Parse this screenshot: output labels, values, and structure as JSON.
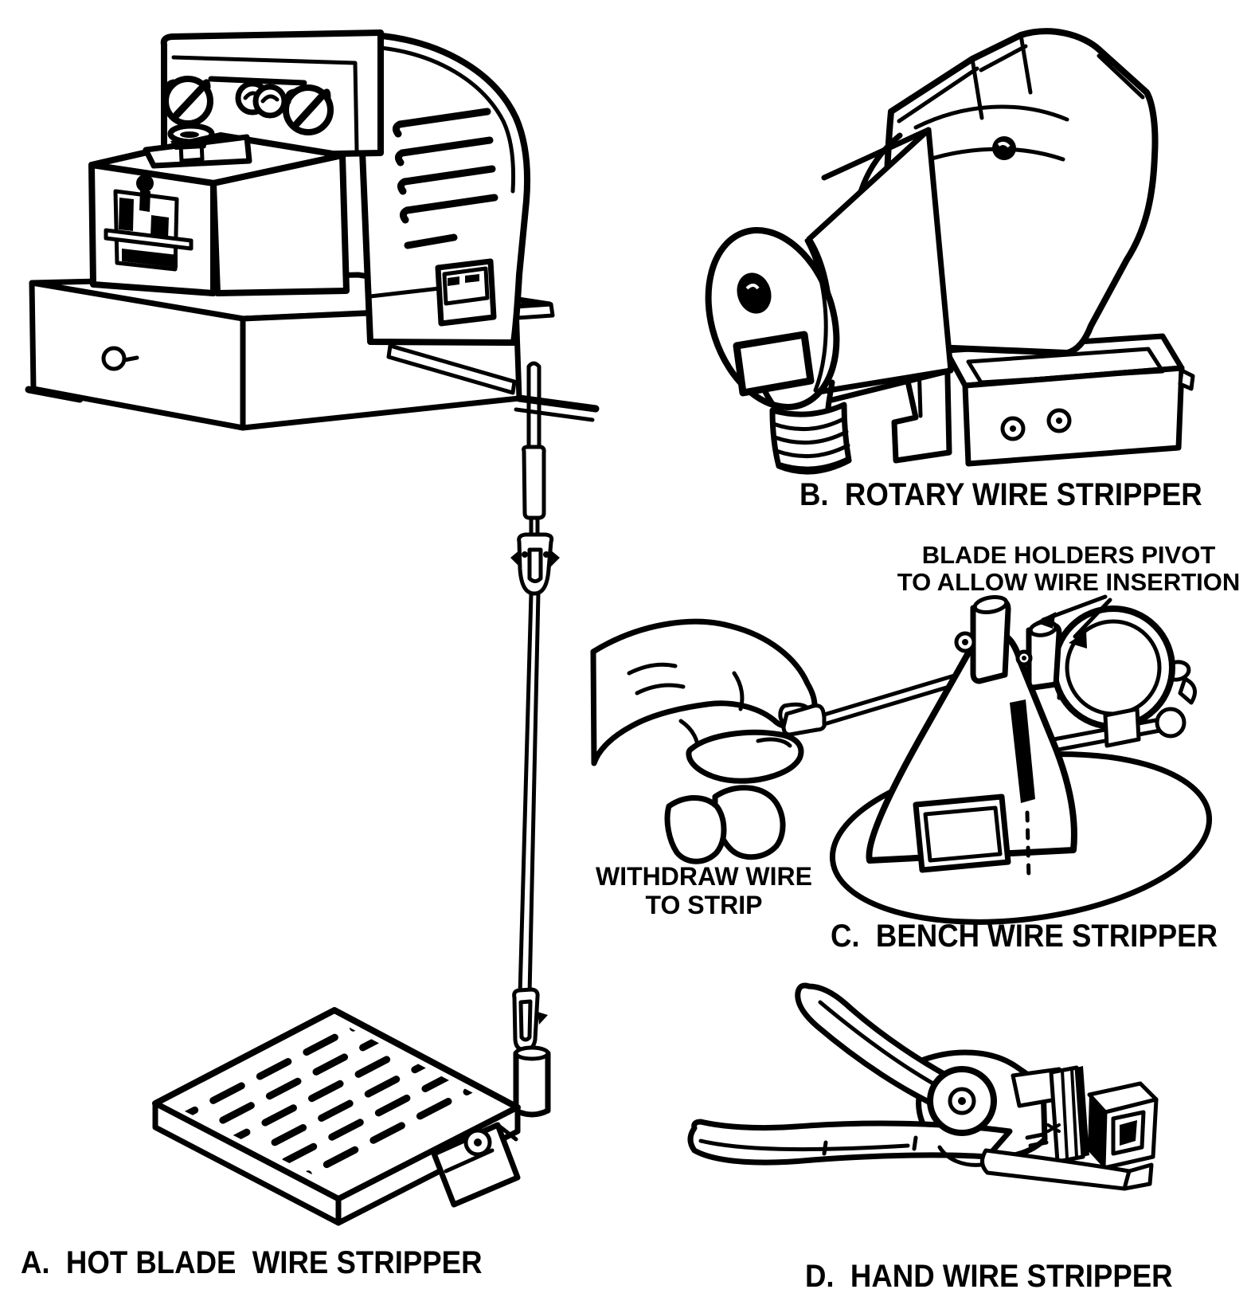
{
  "page": {
    "background_color": "#ffffff",
    "line_color": "#000000",
    "title": "Wire stripper types"
  },
  "figures": {
    "a": {
      "label": "A.  HOT BLADE  WIRE STRIPPER"
    },
    "b": {
      "label": "B.  ROTARY WIRE STRIPPER"
    },
    "c": {
      "label": "C.  BENCH WIRE STRIPPER",
      "callout_pivot_line1": "BLADE HOLDERS PIVOT",
      "callout_pivot_line2": "TO ALLOW WIRE INSERTION",
      "callout_withdraw_line1": "WITHDRAW WIRE",
      "callout_withdraw_line2": "TO STRIP"
    },
    "d": {
      "label": "D.  HAND WIRE STRIPPER"
    }
  }
}
